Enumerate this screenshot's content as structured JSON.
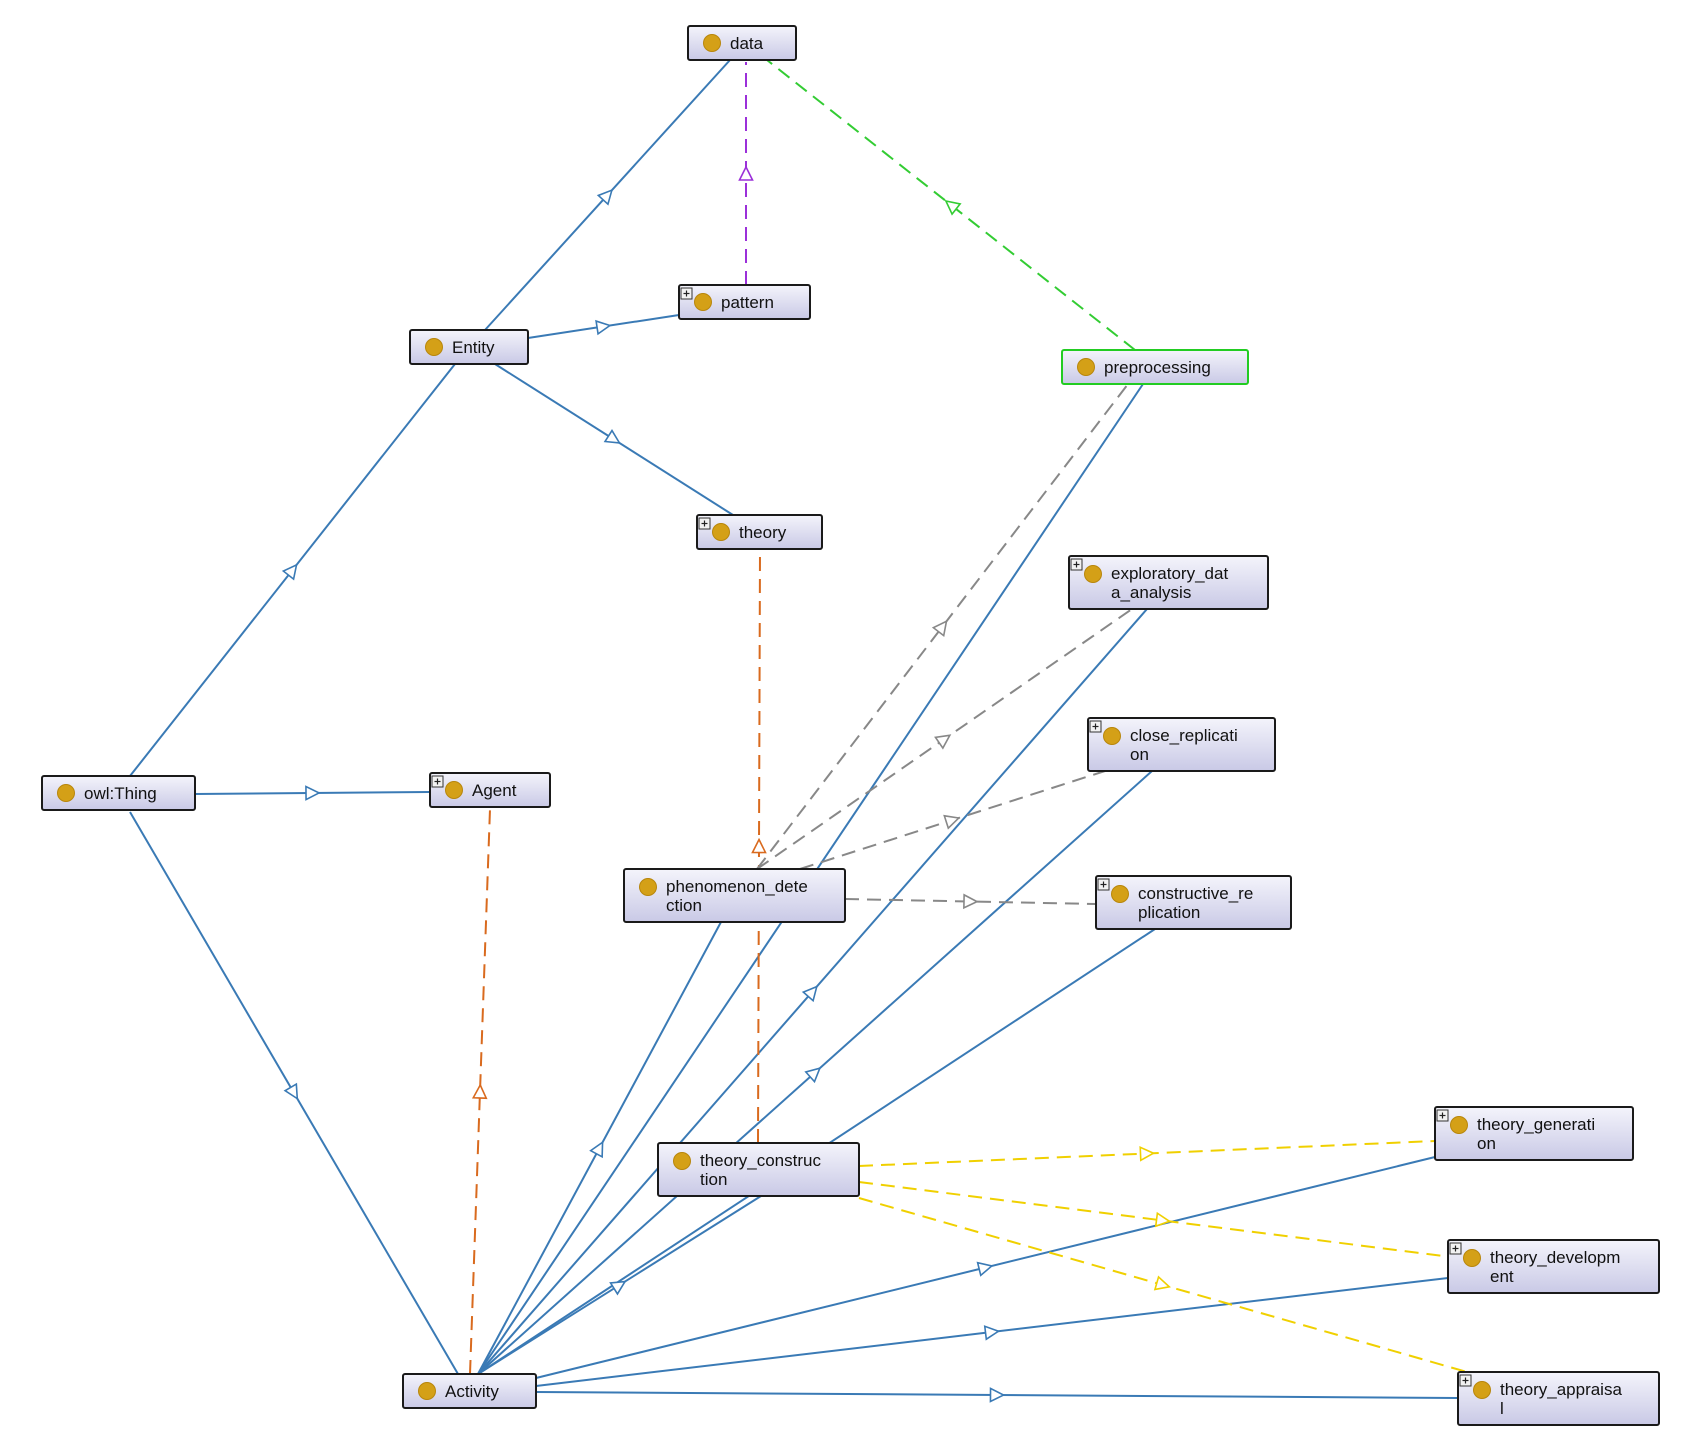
{
  "nodes": [
    {
      "id": "data",
      "label_lines": [
        "data"
      ],
      "expandable": false,
      "selected": false
    },
    {
      "id": "pattern",
      "label_lines": [
        "pattern"
      ],
      "expandable": true,
      "selected": false
    },
    {
      "id": "entity",
      "label_lines": [
        "Entity"
      ],
      "expandable": false,
      "selected": false
    },
    {
      "id": "preprocessing",
      "label_lines": [
        "preprocessing"
      ],
      "expandable": false,
      "selected": true
    },
    {
      "id": "theory",
      "label_lines": [
        "theory"
      ],
      "expandable": true,
      "selected": false
    },
    {
      "id": "exploratory",
      "label_lines": [
        "exploratory_dat",
        "a_analysis"
      ],
      "expandable": true,
      "selected": false
    },
    {
      "id": "close",
      "label_lines": [
        "close_replicati",
        "on"
      ],
      "expandable": true,
      "selected": false
    },
    {
      "id": "owlthing",
      "label_lines": [
        "owl:Thing"
      ],
      "expandable": false,
      "selected": false
    },
    {
      "id": "agent",
      "label_lines": [
        "Agent"
      ],
      "expandable": true,
      "selected": false
    },
    {
      "id": "phenomenon",
      "label_lines": [
        "phenomenon_dete",
        "ction"
      ],
      "expandable": false,
      "selected": false
    },
    {
      "id": "constructive",
      "label_lines": [
        "constructive_re",
        "plication"
      ],
      "expandable": true,
      "selected": false
    },
    {
      "id": "tconstruction",
      "label_lines": [
        "theory_construc",
        "tion"
      ],
      "expandable": false,
      "selected": false
    },
    {
      "id": "tgeneration",
      "label_lines": [
        "theory_generati",
        "on"
      ],
      "expandable": true,
      "selected": false
    },
    {
      "id": "tdevelopment",
      "label_lines": [
        "theory_developm",
        "ent"
      ],
      "expandable": true,
      "selected": false
    },
    {
      "id": "activity",
      "label_lines": [
        "Activity"
      ],
      "expandable": false,
      "selected": false
    },
    {
      "id": "tappraisal",
      "label_lines": [
        "theory_appraisa",
        "l"
      ],
      "expandable": true,
      "selected": false
    }
  ],
  "edges": [
    {
      "from": "owlthing",
      "to": "entity",
      "kind": "subclass",
      "color": "#3a7ab5"
    },
    {
      "from": "owlthing",
      "to": "agent",
      "kind": "subclass",
      "color": "#3a7ab5"
    },
    {
      "from": "owlthing",
      "to": "activity",
      "kind": "subclass",
      "color": "#3a7ab5"
    },
    {
      "from": "entity",
      "to": "data",
      "kind": "subclass",
      "color": "#3a7ab5"
    },
    {
      "from": "entity",
      "to": "pattern",
      "kind": "subclass",
      "color": "#3a7ab5"
    },
    {
      "from": "entity",
      "to": "theory",
      "kind": "subclass",
      "color": "#3a7ab5"
    },
    {
      "from": "activity",
      "to": "preprocessing",
      "kind": "subclass",
      "color": "#3a7ab5"
    },
    {
      "from": "activity",
      "to": "exploratory",
      "kind": "subclass",
      "color": "#3a7ab5"
    },
    {
      "from": "activity",
      "to": "close",
      "kind": "subclass",
      "color": "#3a7ab5"
    },
    {
      "from": "activity",
      "to": "constructive",
      "kind": "subclass",
      "color": "#3a7ab5"
    },
    {
      "from": "activity",
      "to": "phenomenon",
      "kind": "subclass",
      "color": "#3a7ab5"
    },
    {
      "from": "activity",
      "to": "tconstruction",
      "kind": "subclass",
      "color": "#3a7ab5"
    },
    {
      "from": "activity",
      "to": "tgeneration",
      "kind": "subclass",
      "color": "#3a7ab5"
    },
    {
      "from": "activity",
      "to": "tdevelopment",
      "kind": "subclass",
      "color": "#3a7ab5"
    },
    {
      "from": "activity",
      "to": "tappraisal",
      "kind": "subclass",
      "color": "#3a7ab5"
    },
    {
      "from": "pattern",
      "to": "data",
      "kind": "property",
      "color": "#9b30d9"
    },
    {
      "from": "preprocessing",
      "to": "data",
      "kind": "property",
      "color": "#33cc33"
    },
    {
      "from": "activity",
      "to": "agent",
      "kind": "property",
      "color": "#d96a1e"
    },
    {
      "from": "tconstruction",
      "to": "theory",
      "kind": "property",
      "color": "#d96a1e"
    },
    {
      "from": "phenomenon",
      "to": "preprocessing",
      "kind": "property",
      "color": "#888888"
    },
    {
      "from": "phenomenon",
      "to": "exploratory",
      "kind": "property",
      "color": "#888888"
    },
    {
      "from": "phenomenon",
      "to": "close",
      "kind": "property",
      "color": "#888888"
    },
    {
      "from": "phenomenon",
      "to": "constructive",
      "kind": "property",
      "color": "#888888"
    },
    {
      "from": "tconstruction",
      "to": "tgeneration",
      "kind": "property",
      "color": "#f0d000"
    },
    {
      "from": "tconstruction",
      "to": "tdevelopment",
      "kind": "property",
      "color": "#f0d000"
    },
    {
      "from": "tconstruction",
      "to": "tappraisal",
      "kind": "property",
      "color": "#f0d000"
    }
  ]
}
